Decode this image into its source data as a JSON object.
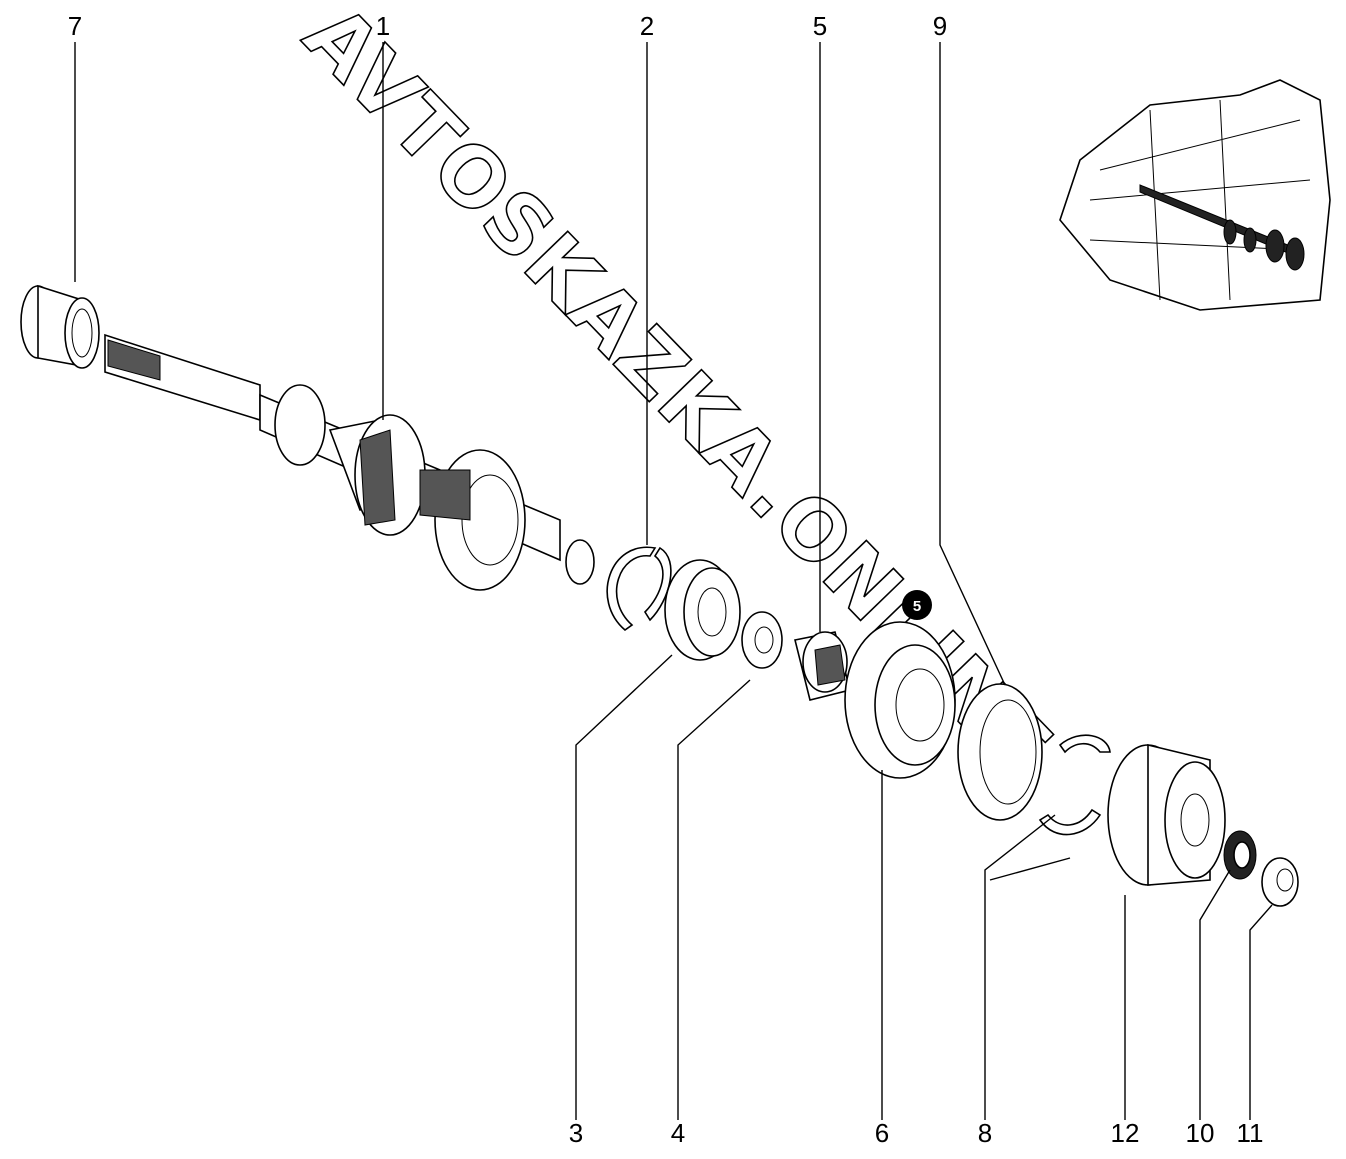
{
  "watermark": "AVTOSKAZKA.ONLINE",
  "badge": "5",
  "callouts": {
    "c1": "1",
    "c2": "2",
    "c3": "3",
    "c4": "4",
    "c5": "5",
    "c6": "6",
    "c7": "7",
    "c8": "8",
    "c9": "9",
    "c10": "10",
    "c11": "11",
    "c12": "12"
  }
}
